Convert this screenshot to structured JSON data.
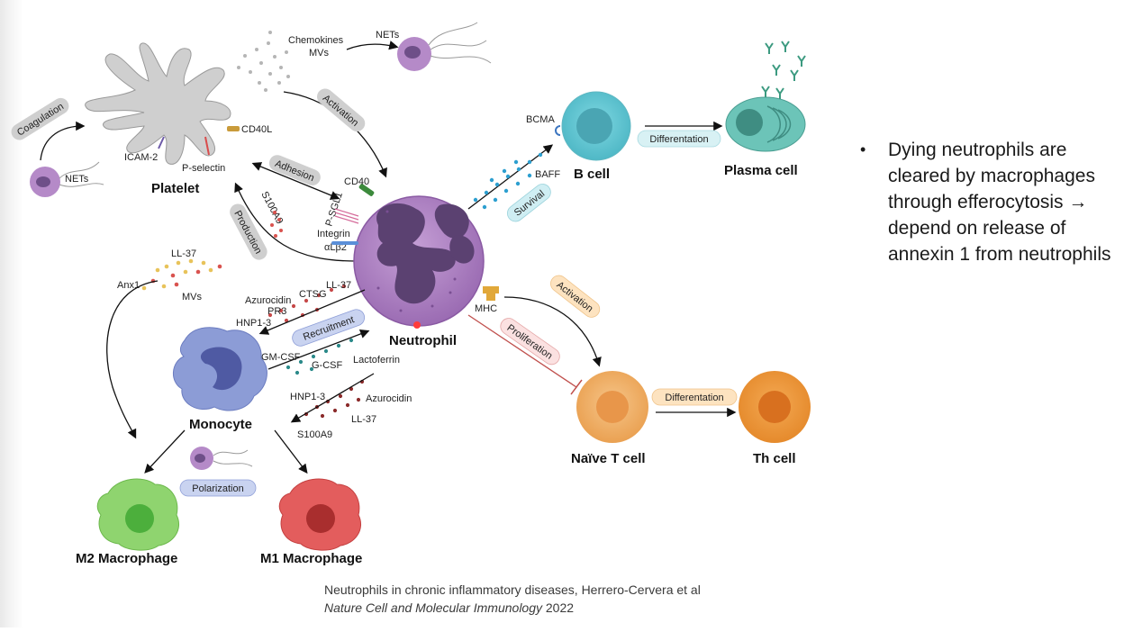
{
  "diagram": {
    "cells": {
      "platelet": "Platelet",
      "neutrophil": "Neutrophil",
      "b_cell": "B cell",
      "plasma_cell": "Plasma cell",
      "naive_t_cell": "Naïve T cell",
      "th_cell": "Th cell",
      "monocyte": "Monocyte",
      "m2_macrophage": "M2 Macrophage",
      "m1_macrophage": "M1 Macrophage"
    },
    "pills": {
      "coagulation": "Coagulation",
      "activation_top": "Activation",
      "adhesion": "Adhesion",
      "production": "Production",
      "survival": "Survival",
      "differentiation_b": "Differentation",
      "activation_t": "Activation",
      "proliferation": "Proliferation",
      "differentiation_t": "Differentation",
      "recruitment": "Recruitment",
      "polarization": "Polarization"
    },
    "labels": {
      "chemokines": "Chemokines",
      "mvs_top": "MVs",
      "nets_top": "NETs",
      "nets_left": "NETs",
      "cd40l": "CD40L",
      "icam2": "ICAM-2",
      "p_selectin": "P-selectin",
      "cd40": "CD40",
      "psgl1": "P-SGL1",
      "s100a9_up": "S100A9",
      "integrin": "Integrin",
      "alpha_beta": "αLβ2",
      "bcma": "BCMA",
      "baff": "BAFF",
      "mhc": "MHC",
      "ll37_top": "LL-37",
      "anx1": "Anx1",
      "mvs_mid": "MVs",
      "ll37_mid": "LL-37",
      "azurocidin_mid": "Azurocidin",
      "ctsg": "CTSG",
      "pr3": "PR3",
      "hnp13_mid": "HNP1-3",
      "gmcsf": "GM-CSF",
      "gcsf": "G-CSF",
      "lactoferrin": "Lactoferrin",
      "hnp13_low": "HNP1-3",
      "azurocidin_low": "Azurocidin",
      "ll37_low": "LL-37",
      "s100a9_low": "S100A9"
    }
  },
  "bullet": {
    "marker": "•",
    "text": "Dying neutrophils are cleared by macrophages through efferocytosis → depend on release of annexin 1 from neutrophils"
  },
  "citation": {
    "line1": "Neutrophils in chronic inflammatory diseases, Herrero-Cervera et al",
    "journal": "Nature Cell and Molecular Immunology",
    "year": " 2022"
  },
  "colors": {
    "neutrophil": "#b68bc9",
    "nucleus": "#5a4170",
    "b_cell": "#6ccbd6",
    "t_cell": "#f1b26a",
    "monocyte": "#8f9fd8",
    "m2": "#8fd46f",
    "m1": "#e65b5b",
    "platelet": "#c9c9c9"
  }
}
